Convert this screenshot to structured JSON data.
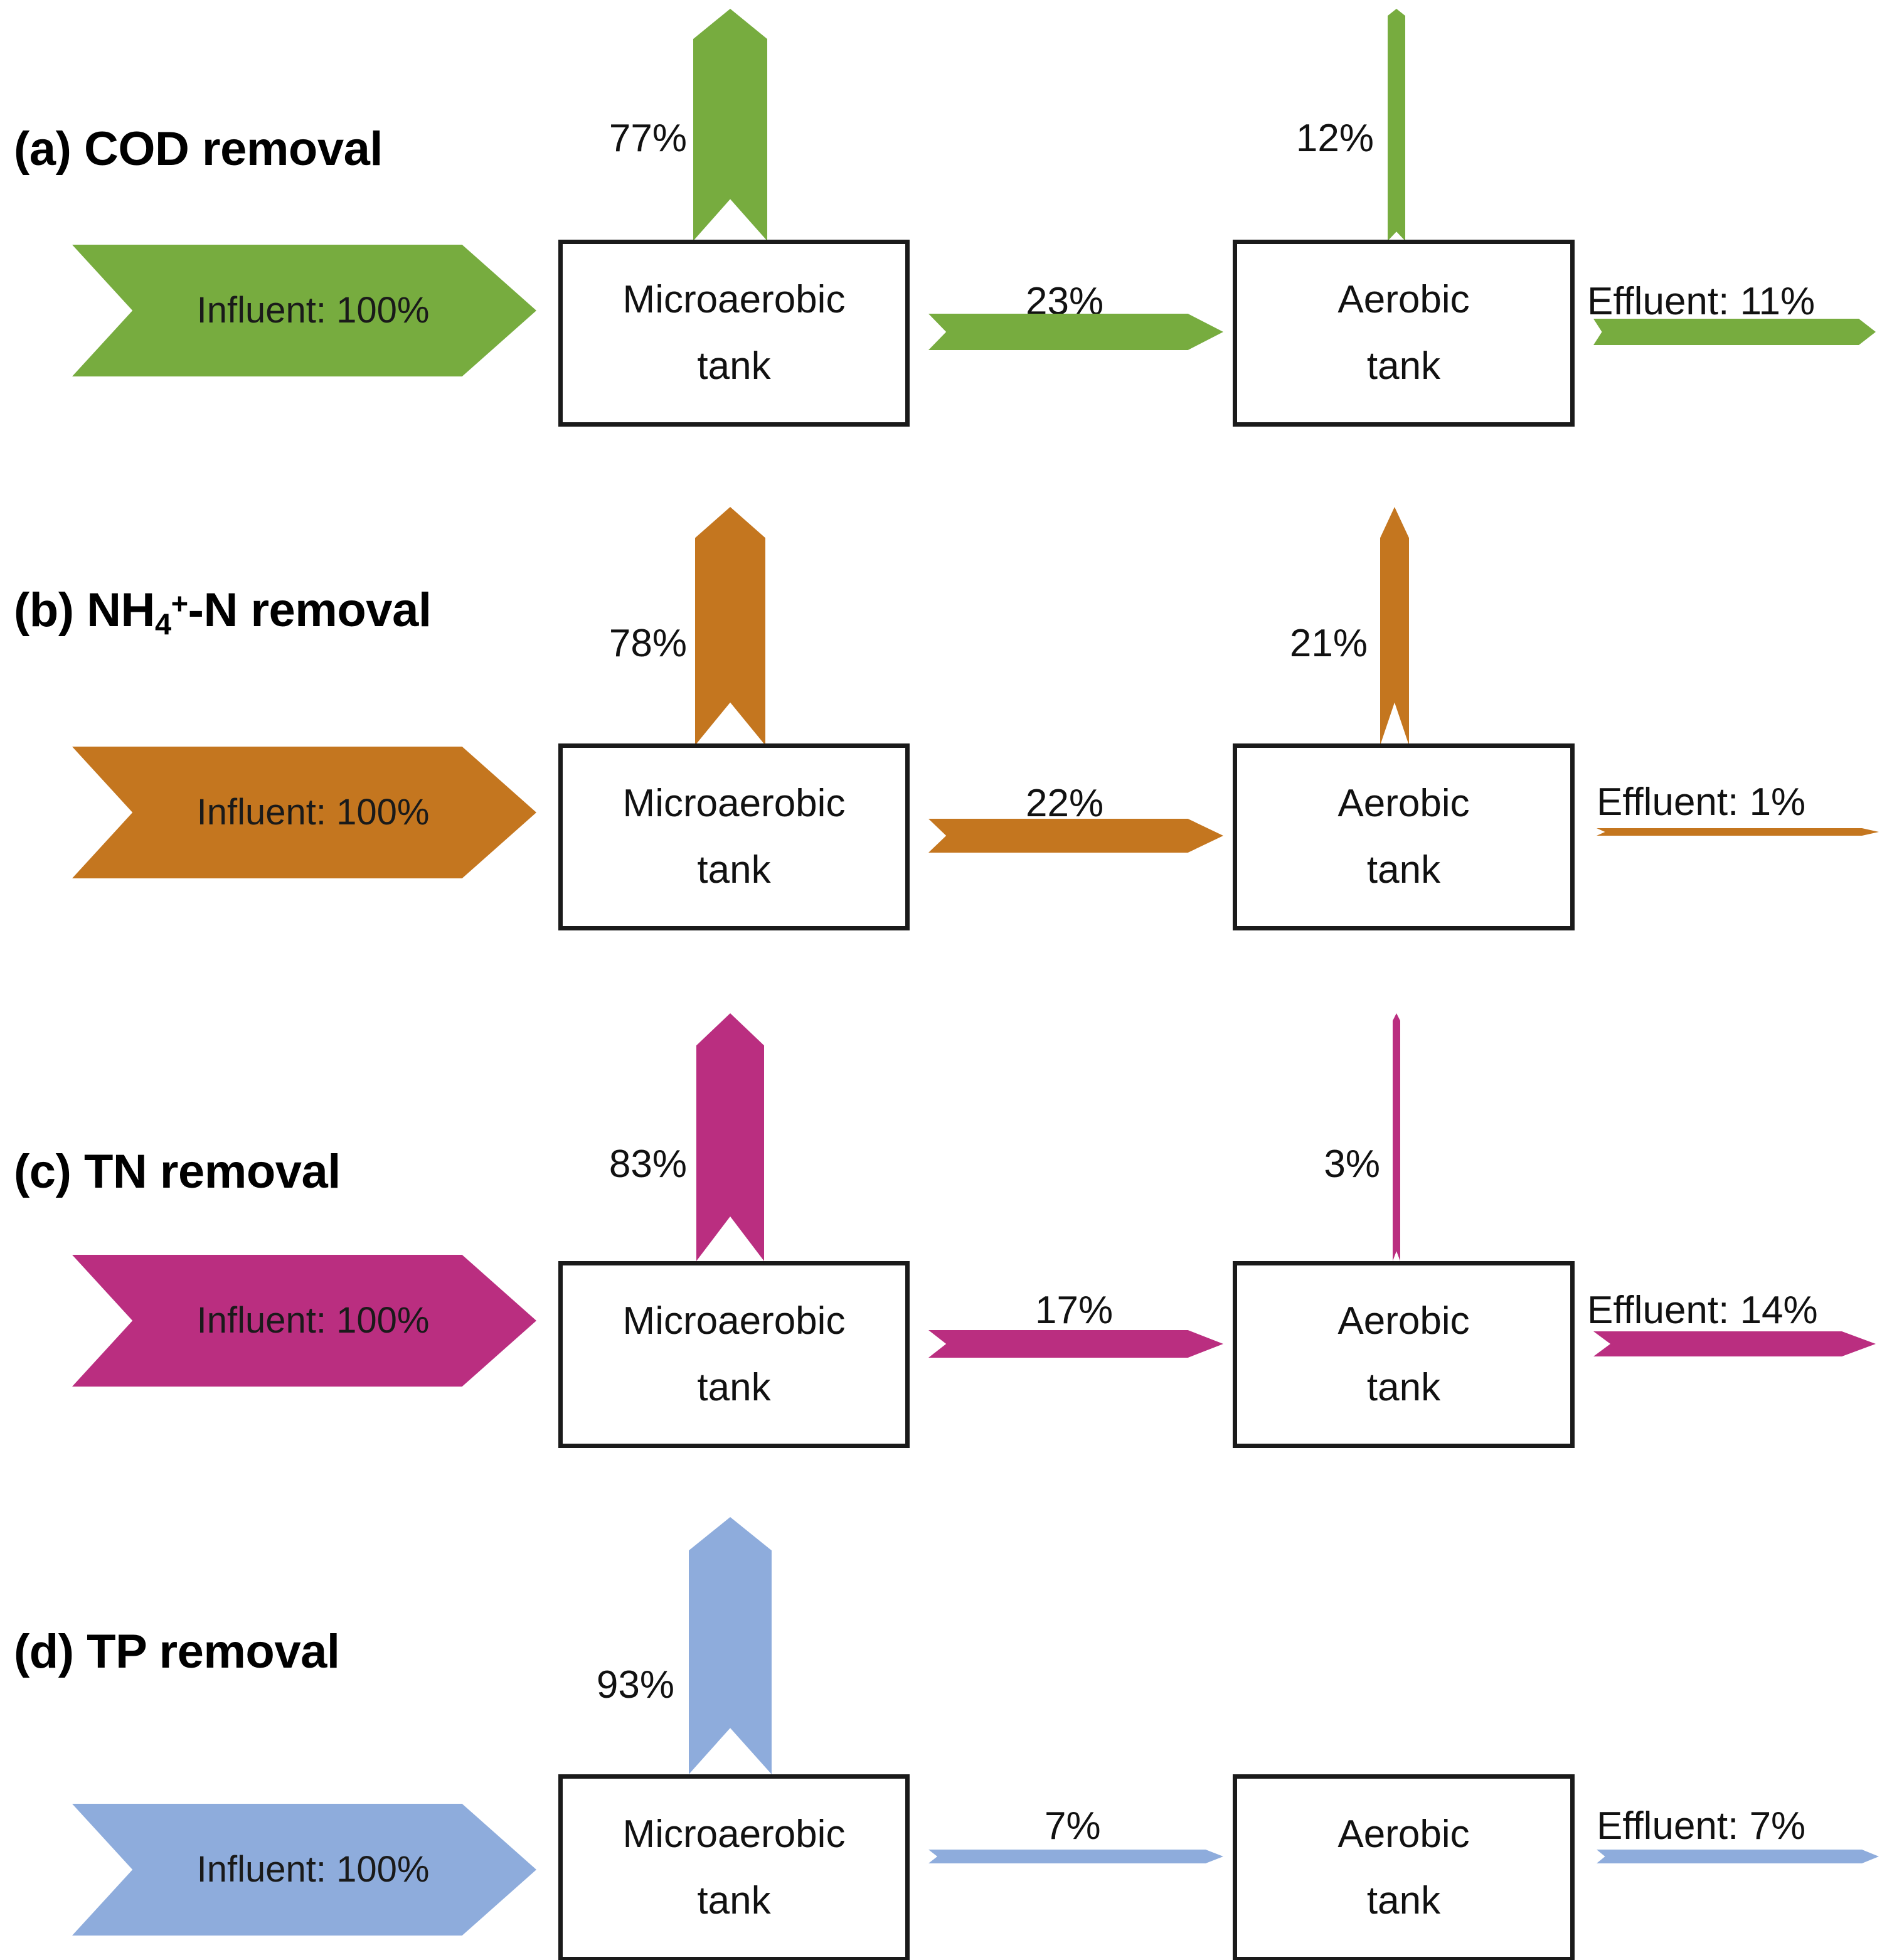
{
  "figure": {
    "type": "flow-diagram",
    "description": "Mass-balance flow diagrams of pollutant removal across a microaerobic tank and an aerobic tank",
    "node_labels": {
      "microaerobic": "Microaerobic\ntank",
      "aerobic": "Aerobic\ntank"
    },
    "influent_label": "Influent: 100%"
  },
  "chart_data": {
    "type": "flow",
    "panels": [
      {
        "id": "a",
        "title_plain": "(a) COD removal",
        "title_prefix": "(a) COD removal",
        "color": "#77AC3F",
        "influent": 100,
        "microaerobic_removal": 77,
        "intermediate": 23,
        "aerobic_removal": 12,
        "effluent": 11
      },
      {
        "id": "b",
        "title_plain": "(b) NH4+-N removal",
        "color": "#C4761F",
        "influent": 100,
        "microaerobic_removal": 78,
        "intermediate": 22,
        "aerobic_removal": 21,
        "effluent": 1
      },
      {
        "id": "c",
        "title_plain": "(c) TN removal",
        "color": "#BA2E80",
        "influent": 100,
        "microaerobic_removal": 83,
        "intermediate": 17,
        "aerobic_removal": 3,
        "effluent": 14
      },
      {
        "id": "d",
        "title_plain": "(d) TP removal",
        "color": "#8EACDC",
        "influent": 100,
        "microaerobic_removal": 93,
        "intermediate": 7,
        "aerobic_removal": null,
        "effluent": 7
      }
    ]
  },
  "panels": {
    "a": {
      "title": "(a) COD removal",
      "color": "#77AC3F",
      "influent_label": "Influent: 100%",
      "microaerobic_line1": "Microaerobic",
      "microaerobic_line2": "tank",
      "aerobic_line1": "Aerobic",
      "aerobic_line2": "tank",
      "vent1_label": "77%",
      "mid_label": "23%",
      "vent2_label": "12%",
      "effluent_label": "Effluent: 11%"
    },
    "b": {
      "title_pre": "(b) NH",
      "title_sub": "4",
      "title_sup": "+",
      "title_post": "-N removal",
      "color": "#C4761F",
      "influent_label": "Influent: 100%",
      "microaerobic_line1": "Microaerobic",
      "microaerobic_line2": "tank",
      "aerobic_line1": "Aerobic",
      "aerobic_line2": "tank",
      "vent1_label": "78%",
      "mid_label": "22%",
      "vent2_label": "21%",
      "effluent_label": "Effluent: 1%"
    },
    "c": {
      "title": "(c) TN removal",
      "color": "#BA2E80",
      "influent_label": "Influent: 100%",
      "microaerobic_line1": "Microaerobic",
      "microaerobic_line2": "tank",
      "aerobic_line1": "Aerobic",
      "aerobic_line2": "tank",
      "vent1_label": "83%",
      "mid_label": "17%",
      "vent2_label": "3%",
      "effluent_label": "Effluent: 14%"
    },
    "d": {
      "title": "(d) TP removal",
      "color": "#8EACDC",
      "influent_label": "Influent: 100%",
      "microaerobic_line1": "Microaerobic",
      "microaerobic_line2": "tank",
      "aerobic_line1": "Aerobic",
      "aerobic_line2": "tank",
      "vent1_label": "93%",
      "mid_label": "7%",
      "effluent_label": "Effluent: 7%"
    }
  }
}
